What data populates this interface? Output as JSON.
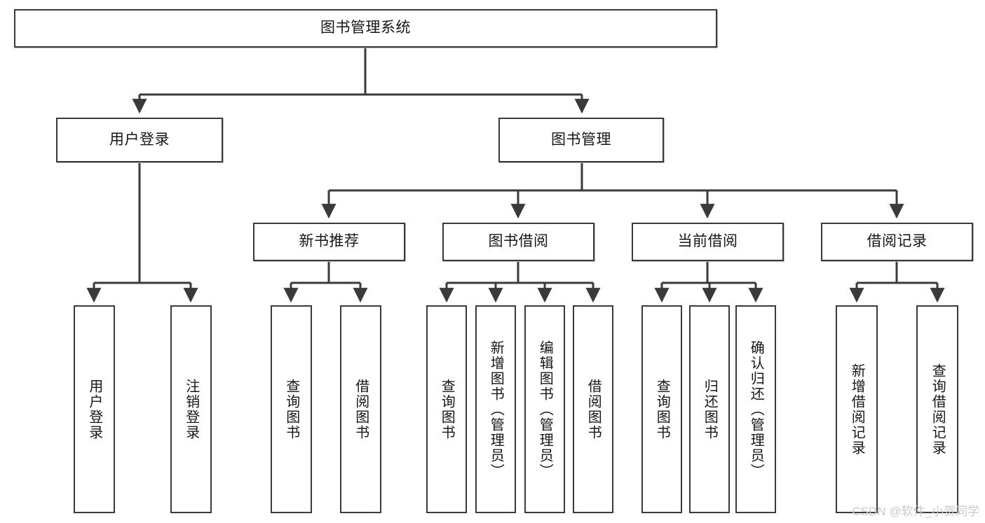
{
  "diagram": {
    "title": "图书管理系统",
    "type": "hierarchy-tree",
    "root": {
      "id": "root",
      "label": "图书管理系统"
    },
    "level2": [
      {
        "id": "user-login",
        "label": "用户登录"
      },
      {
        "id": "book-manage",
        "label": "图书管理"
      }
    ],
    "level3": [
      {
        "id": "new-book-rec",
        "label": "新书推荐",
        "parent": "book-manage"
      },
      {
        "id": "book-borrow",
        "label": "图书借阅",
        "parent": "book-manage"
      },
      {
        "id": "current-borrow",
        "label": "当前借阅",
        "parent": "book-manage"
      },
      {
        "id": "borrow-record",
        "label": "借阅记录",
        "parent": "book-manage"
      }
    ],
    "leaves": [
      {
        "id": "leaf-user-login",
        "label": "用户登录",
        "parent": "user-login"
      },
      {
        "id": "leaf-user-logout",
        "label": "注销登录",
        "parent": "user-login"
      },
      {
        "id": "leaf-query-book-1",
        "label": "查询图书",
        "parent": "new-book-rec"
      },
      {
        "id": "leaf-borrow-book-1",
        "label": "借阅图书",
        "parent": "new-book-rec"
      },
      {
        "id": "leaf-query-book-2",
        "label": "查询图书",
        "parent": "book-borrow"
      },
      {
        "id": "leaf-add-book",
        "label": "新增图书（管理员）",
        "parent": "book-borrow"
      },
      {
        "id": "leaf-edit-book",
        "label": "编辑图书（管理员）",
        "parent": "book-borrow"
      },
      {
        "id": "leaf-borrow-book-2",
        "label": "借阅图书",
        "parent": "book-borrow"
      },
      {
        "id": "leaf-query-book-3",
        "label": "查询图书",
        "parent": "current-borrow"
      },
      {
        "id": "leaf-return-book",
        "label": "归还图书",
        "parent": "current-borrow"
      },
      {
        "id": "leaf-confirm-return",
        "label": "确认归还（管理员）",
        "parent": "current-borrow"
      },
      {
        "id": "leaf-add-record",
        "label": "新增借阅记录",
        "parent": "borrow-record"
      },
      {
        "id": "leaf-query-record",
        "label": "查询借阅记录",
        "parent": "borrow-record"
      }
    ],
    "colors": {
      "stroke": "#3a3a3a",
      "fill": "#ffffff",
      "text": "#161616",
      "watermark": "#c9c9c9"
    }
  },
  "watermark": {
    "text": "CSDN @软件_小贺同学"
  }
}
